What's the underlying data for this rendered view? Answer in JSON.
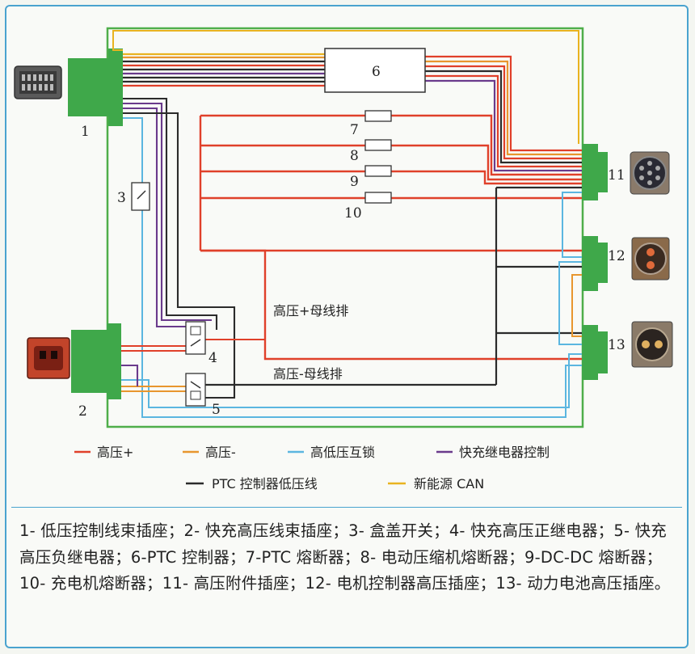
{
  "components": {
    "c1": "1",
    "c2": "2",
    "c3": "3",
    "c4": "4",
    "c5": "5",
    "c6": "6",
    "c7": "7",
    "c8": "8",
    "c9": "9",
    "c10": "10",
    "c11": "11",
    "c12": "12",
    "c13": "13"
  },
  "bus": {
    "positive": "高压+母线排",
    "negative": "高压-母线排"
  },
  "legend": [
    {
      "label": "高压+",
      "color": "#e0402a"
    },
    {
      "label": "高压-",
      "color": "#e8962e"
    },
    {
      "label": "高低压互锁",
      "color": "#5bb6e0"
    },
    {
      "label": "快充继电器控制",
      "color": "#6a3a8c"
    },
    {
      "label": "PTC 控制器低压线",
      "color": "#2b2b2b"
    },
    {
      "label": "新能源 CAN",
      "color": "#e9b320"
    }
  ],
  "caption": "1- 低压控制线束插座；2- 快充高压线束插座；3- 盒盖开关；4- 快充高压正继电器；5- 快充高压负继电器；6-PTC 控制器；7-PTC 熔断器；8- 电动压缩机熔断器；9-DC-DC 熔断器；10- 充电机熔断器；11- 高压附件插座；12- 电机控制器高压插座；13- 动力电池高压插座。"
}
